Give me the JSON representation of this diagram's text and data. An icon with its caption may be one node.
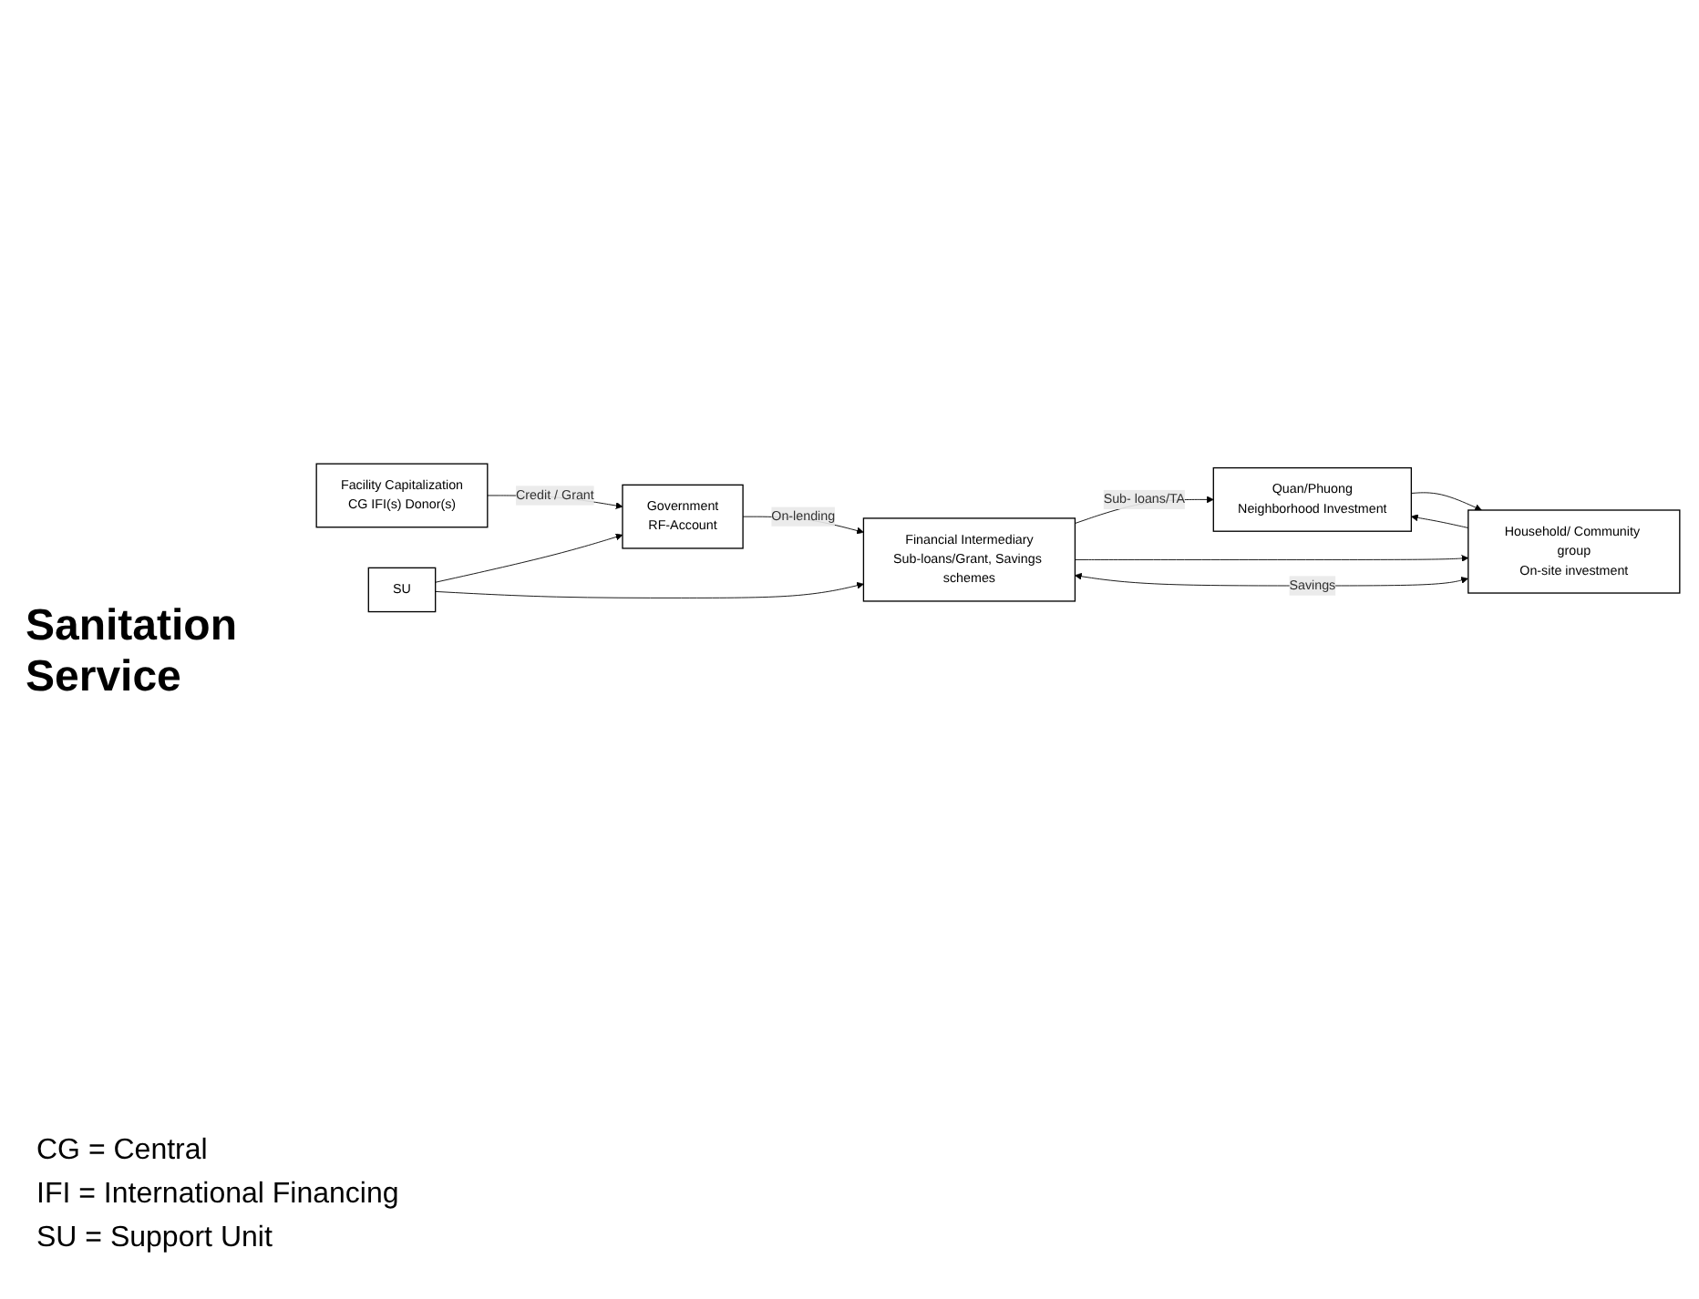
{
  "diagram": {
    "nodes": [
      {
        "text": [
          "Facility Capitalization",
          "CG IFI(s) Donor(s)"
        ]
      },
      {
        "text": [
          "Government",
          "RF-Account"
        ]
      },
      {
        "text": [
          "SU"
        ]
      },
      {
        "text": [
          "Quan/Phuong",
          "Neighborhood Investment"
        ]
      },
      {
        "text": [
          "Financial Intermediary",
          "Sub-loans/Grant, Savings schemes"
        ]
      },
      {
        "text": [
          "Household/ Community group",
          "On-site investment"
        ]
      }
    ],
    "edges": [
      {
        "from": 0,
        "to": 1,
        "arrow": "to",
        "label": "Credit / Grant"
      },
      {
        "from": 2,
        "to": 1,
        "arrow": "to"
      },
      {
        "from": 2,
        "to": 4,
        "arrow": "to"
      },
      {
        "from": 1,
        "to": 4,
        "arrow": "to",
        "label": "On-lending"
      },
      {
        "from": 4,
        "to": 3,
        "arrow": "to",
        "label": "Sub- loans/TA"
      },
      {
        "from": 3,
        "to": 5,
        "arrow": "to"
      },
      {
        "from": 5,
        "to": 3,
        "arrow": "to"
      },
      {
        "from": 4,
        "to": 5,
        "arrow": "to"
      },
      {
        "from": 5,
        "to": 4,
        "arrow": "both",
        "label": "Savings"
      }
    ],
    "labels": [
      "Sanitation Service",
      "CG = Central",
      "IFI = International Financing",
      "SU = Support Unit"
    ]
  }
}
